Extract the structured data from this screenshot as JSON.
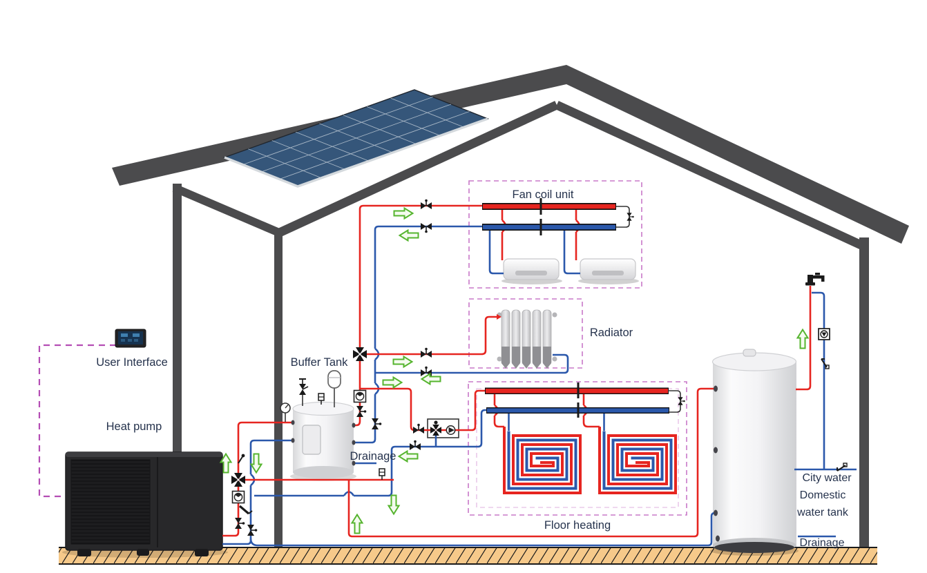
{
  "diagram": {
    "labels": {
      "fan_coil_unit": "Fan coil unit",
      "radiator": "Radiator",
      "floor_heating": "Floor heating",
      "buffer_tank": "Buffer Tank",
      "drainage_buffer": "Drainage",
      "heat_pump": "Heat pump",
      "user_interface": "User Interface",
      "city_water": "City water",
      "domestic_water_tank_lines": [
        "Domestic",
        "water tank"
      ],
      "drainage_tank": "Drainage"
    },
    "legend_colors": {
      "hot_water_pipe": "#e62520",
      "cold_water_pipe": "#2b58ab",
      "flow_arrow": "#55b42e",
      "zone_dashed_box": "#c878c8",
      "control_wire": "#b44db4",
      "house_structure": "#4b4b4d",
      "ground": "#f6c98a"
    },
    "components": [
      "solar-panel",
      "heat-pump",
      "user-interface-display",
      "buffer-tank",
      "expansion-vessel",
      "pressure-gauge",
      "safety-valve",
      "circulation-pump",
      "three-way-valve",
      "mixing-station",
      "fan-coil-unit-left",
      "fan-coil-unit-right",
      "radiator",
      "floor-heating-coil-left",
      "floor-heating-coil-right",
      "domestic-water-tank",
      "faucet",
      "check-valve",
      "shut-off-valve",
      "y-strainer",
      "temperature-sensor"
    ],
    "flow_arrows": [
      {
        "on": "fan-coil-supply",
        "direction": "right"
      },
      {
        "on": "fan-coil-return",
        "direction": "left"
      },
      {
        "on": "radiator-supply",
        "direction": "right"
      },
      {
        "on": "radiator-return",
        "direction": "left"
      },
      {
        "on": "mixing-supply",
        "direction": "right"
      },
      {
        "on": "buffer-drainage",
        "direction": "left"
      },
      {
        "on": "heat-pump-supply-riser",
        "direction": "up"
      },
      {
        "on": "heat-pump-return-riser",
        "direction": "down"
      },
      {
        "on": "tank-supply-drop",
        "direction": "down"
      },
      {
        "on": "floor-return-run",
        "direction": "up"
      },
      {
        "on": "domestic-hot-water",
        "direction": "up"
      }
    ]
  }
}
